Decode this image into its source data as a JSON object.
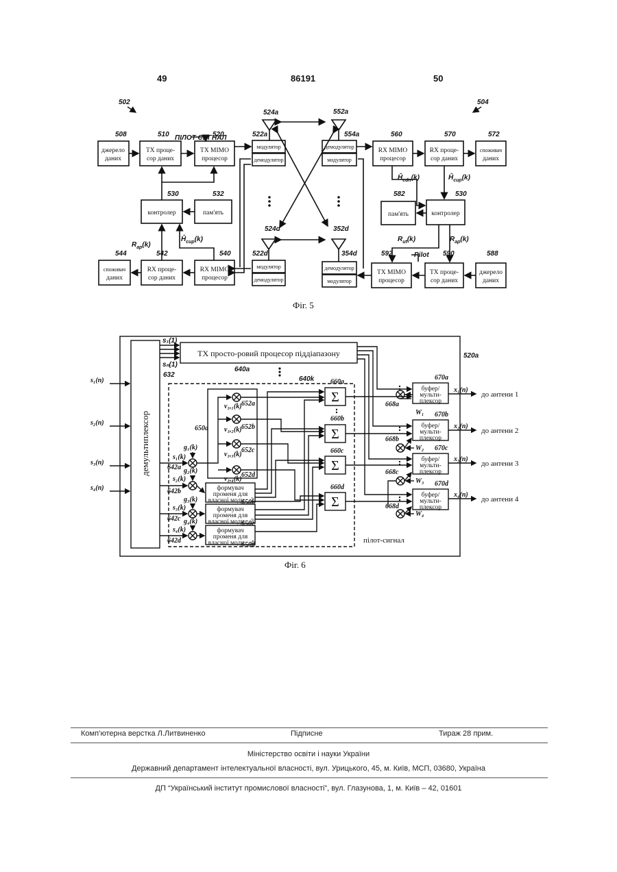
{
  "header": {
    "left_page": "49",
    "patent_no": "86191",
    "right_page": "50"
  },
  "fig5": {
    "caption": "Фіг. 5",
    "left": {
      "ref": "502",
      "src_ref": "508",
      "src": [
        "джерело",
        "даних"
      ],
      "txd_ref": "510",
      "txd": [
        "TX проце-",
        "сор даних"
      ],
      "pilot": "ПІЛОТ СИГНАЛ",
      "txm_ref": "520",
      "txm": [
        "TX MIMO",
        "процесор"
      ],
      "mod_a_ref": "522a",
      "mod": "модулятор",
      "demod": "демодулятор",
      "ant_a": "524a",
      "ant_d": "524d",
      "mod_d_ref": "522d",
      "ctrl_ref": "530",
      "ctrl": "контролер",
      "mem_ref": "532",
      "mem": "пам'ять",
      "sink_ref": "544",
      "sink": [
        "споживач",
        "даних"
      ],
      "rxd_ref": "542",
      "rxd": [
        "RX проце-",
        "сор даних"
      ],
      "rxm_ref": "540",
      "rxm": [
        "RX MIMO",
        "процесор"
      ],
      "sig_r": "R",
      "sig_r_sub": "ap",
      "sig_h": "Ĥ",
      "sig_h_sub": "cup",
      "sig_k": "(k)"
    },
    "right": {
      "ref": "504",
      "ant_a": "552a",
      "ant_d": "352d",
      "demod_a_ref": "554a",
      "demod": "демодулятор",
      "mod": "модулятор",
      "rxm_ref": "560",
      "rxm": [
        "RX MIMO",
        "процесор"
      ],
      "rxd_ref": "570",
      "rxd": [
        "RX проце-",
        "сор даних"
      ],
      "sink_ref": "572",
      "sink": [
        "споживач",
        "даних"
      ],
      "sig_h1": "Ĥ",
      "sig_h1_sub": "cdn",
      "sig_h2": "Ĥ",
      "sig_h2_sub": "cup",
      "sig_k": "(k)",
      "mem_ref": "582",
      "mem": "пам'ять",
      "ctrl_ref": "530",
      "ctrl": "контролер",
      "demod_d_ref": "354d",
      "txm_ref": "592",
      "txm": [
        "TX MIMO",
        "процесор"
      ],
      "txd_ref": "590",
      "txd": [
        "TX проце-",
        "сор даних"
      ],
      "pilot": "Pilot",
      "src_ref": "588",
      "src": [
        "джерело",
        "даних"
      ],
      "sig_r1": "R",
      "sig_r1_sub": "ut",
      "sig_r2": "R",
      "sig_r2_sub": "ap"
    }
  },
  "fig6": {
    "caption": "Фіг. 6",
    "demux": "демультиплексор",
    "outer_ref": "520a",
    "inner_ref": "632",
    "txsp_ref": "640a",
    "bf_ref": "640k",
    "txsp": "TX просто-ровий процесор піддіапазону",
    "s1_1": "s₁(1)",
    "sn_1": "sₙ(1)",
    "inputs": [
      "s₁(n)",
      "s₂(n)",
      "s₃(n)",
      "s₄(n)"
    ],
    "s_k": [
      "s₁(k)",
      "s₂(k)",
      "s₃(k)",
      "s₄(k)"
    ],
    "g_k": [
      "g₁(k)",
      "g₂(k)",
      "g₃(k)",
      "g₄(k)"
    ],
    "mult_refs": [
      "642a",
      "642b",
      "642c",
      "642d"
    ],
    "v_k": [
      "v₁,₁(k)",
      "v₁,₂(k)",
      "v₁,₃(k)",
      "v₁,₄(k)"
    ],
    "v_refs": [
      "652a",
      "652b",
      "652c",
      "652d"
    ],
    "group_ref": "650a",
    "bf_lines": [
      "формувач",
      "променя для",
      "власної моди"
    ],
    "bf_modes": [
      "2",
      "3",
      "4"
    ],
    "bf_refs": [
      "650b",
      "650c",
      "650d"
    ],
    "sum_refs": [
      "660a",
      "660b",
      "660c",
      "660d"
    ],
    "sum_symbol": "Σ",
    "buf": [
      "буфер/",
      "мульти-",
      "плексор"
    ],
    "buf_refs": [
      "670a",
      "670b",
      "670c",
      "670d"
    ],
    "w_refs": [
      "668a",
      "668b",
      "668c",
      "668d"
    ],
    "w": [
      "W₁",
      "W₂",
      "W₃",
      "W₄"
    ],
    "x_out": [
      "x₁(n)",
      "x₂(n)",
      "x₃(n)",
      "x₄(n)"
    ],
    "to_ant": [
      "до антени 1",
      "до антени 2",
      "до антени 3",
      "до антени 4"
    ],
    "pilot": "пілот-сигнал"
  },
  "footer": {
    "typesetting": "Комп’ютерна верстка Л.Литвиненко",
    "signed": "Підписне",
    "circulation": "Тираж 28 прим.",
    "ministry": "Міністерство освіти і науки України",
    "department": "Державний департамент інтелектуальної власності, вул. Урицького, 45, м. Київ, МСП, 03680, Україна",
    "institute": "ДП “Український інститут промислової власності”, вул. Глазунова, 1, м. Київ – 42, 01601"
  }
}
